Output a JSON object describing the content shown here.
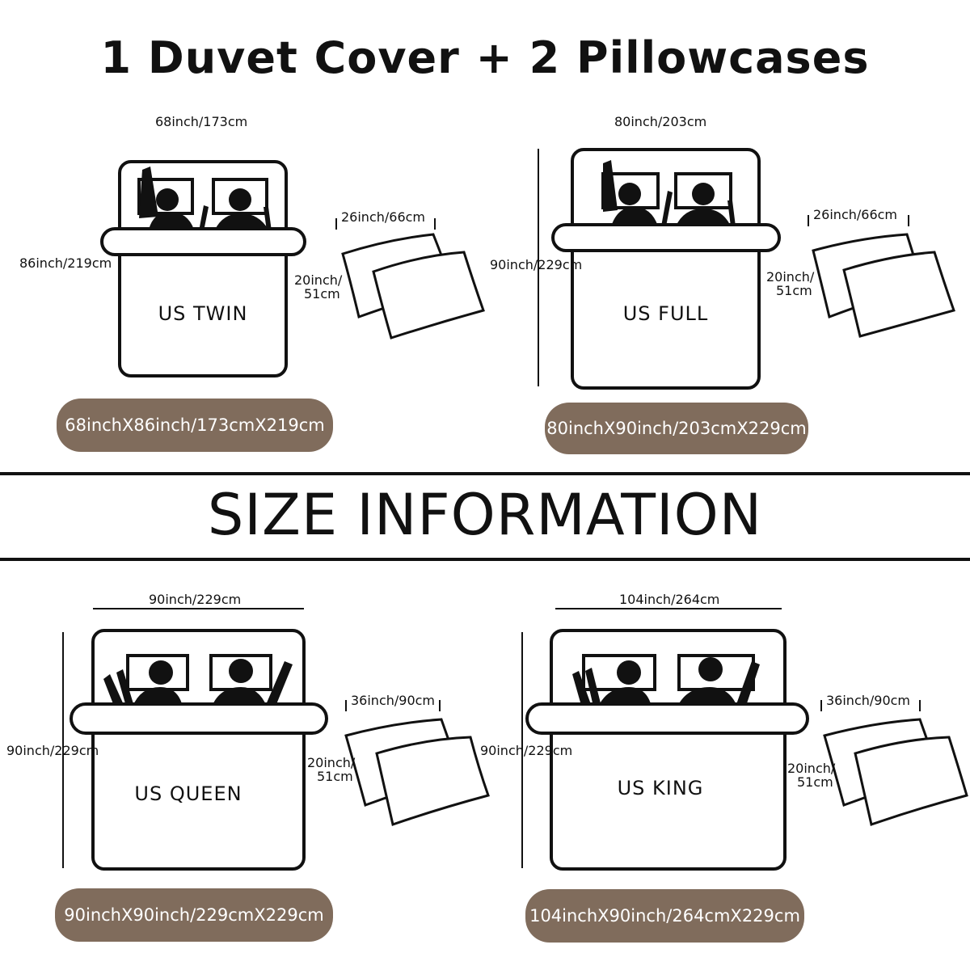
{
  "title_top": "1 Duvet Cover + 2 Pillowcases",
  "title_mid": "SIZE INFORMATION",
  "colors": {
    "pill_bg": "#806c5c",
    "pill_text": "#ffffff",
    "line": "#111111"
  },
  "sizes": [
    {
      "name": "US TWIN",
      "width_label": "68inch/173cm",
      "height_label": "86inch/219cm",
      "pillow_width": "26inch/66cm",
      "pillow_height_1": "20inch/",
      "pillow_height_2": "51cm",
      "summary": "68inchX86inch/173cmX219cm"
    },
    {
      "name": "US FULL",
      "width_label": "80inch/203cm",
      "height_label": "90inch/229cm",
      "pillow_width": "26inch/66cm",
      "pillow_height_1": "20inch/",
      "pillow_height_2": "51cm",
      "summary": "80inchX90inch/203cmX229cm"
    },
    {
      "name": "US QUEEN",
      "width_label": "90inch/229cm",
      "height_label": "90inch/229cm",
      "pillow_width": "36inch/90cm",
      "pillow_height_1": "20inch/",
      "pillow_height_2": "51cm",
      "summary": "90inchX90inch/229cmX229cm"
    },
    {
      "name": "US KING",
      "width_label": "104inch/264cm",
      "height_label": "90inch/229cm",
      "pillow_width": "36inch/90cm",
      "pillow_height_1": "20inch/",
      "pillow_height_2": "51cm",
      "summary": "104inchX90inch/264cmX229cm"
    }
  ]
}
